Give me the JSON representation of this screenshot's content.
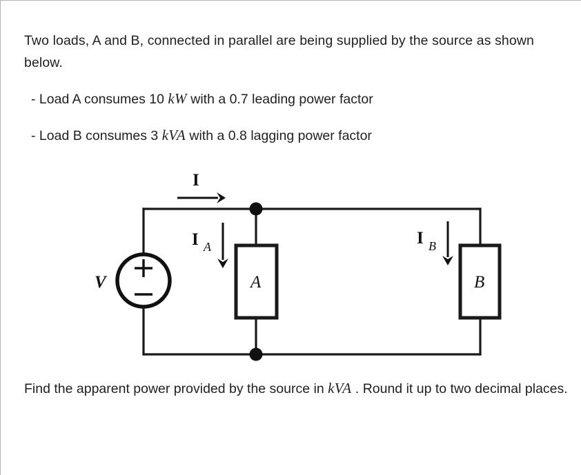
{
  "question": {
    "intro": "Two loads, A and B, connected in parallel are being supplied by the source as shown below.",
    "bullets": [
      {
        "prefix": "- Load A consumes 10 ",
        "unit": "kW",
        "suffix": " with a 0.7 leading power factor"
      },
      {
        "prefix": "- Load B consumes 3 ",
        "unit": "kVA",
        "suffix": " with a 0.8 lagging power factor"
      }
    ],
    "closing": {
      "prefix": "Find the apparent power provided by the source in ",
      "unit": "kVA",
      "suffix": " . Round it up to two decimal places."
    }
  },
  "circuit": {
    "source_label": "V",
    "source_plus": "+",
    "source_minus": "−",
    "current_total_label": "I",
    "current_a_label": "I",
    "current_a_sub": "A",
    "current_b_label": "I",
    "current_b_sub": "B",
    "load_a_label": "A",
    "load_b_label": "B",
    "wire_color": "#1a1a1a",
    "background": "#ffffff"
  }
}
